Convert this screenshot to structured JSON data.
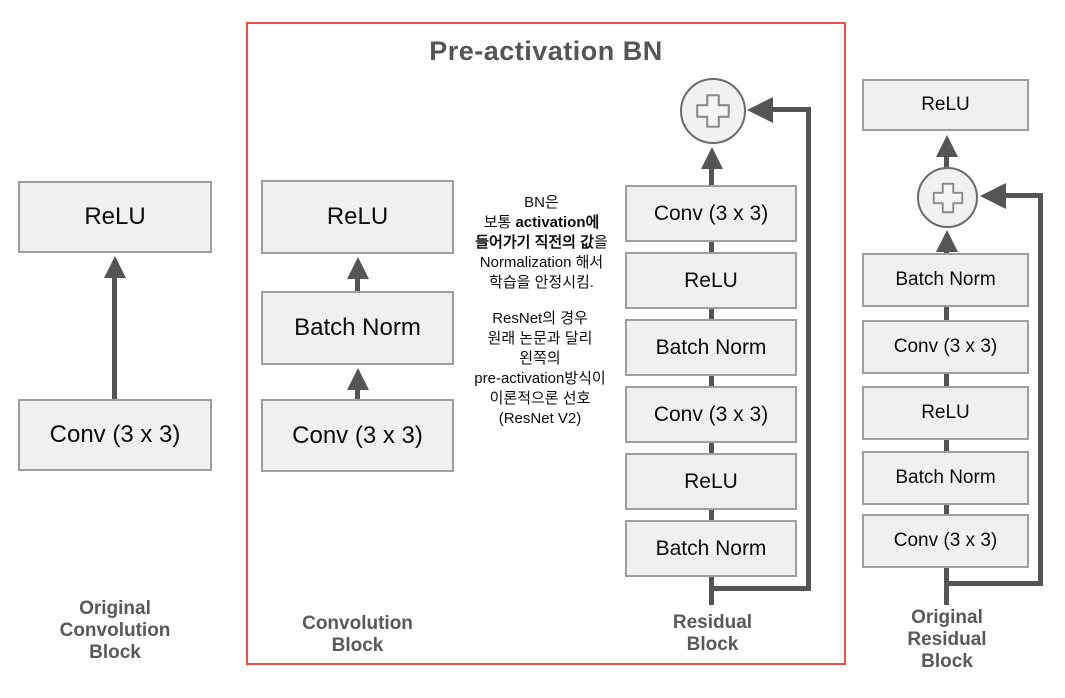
{
  "title": "Pre-activation BN",
  "colors": {
    "frame_red": "#f14c4c",
    "box_fill": "#f0f0f0",
    "box_border": "#9e9e9e",
    "line_gray": "#555555",
    "label_gray": "#595959"
  },
  "operators": {
    "plus": "+"
  },
  "blocks": [
    {
      "name": "Original Convolution Block",
      "label_lines": [
        "Original",
        "Convolution",
        "Block"
      ],
      "boxes": [
        "ReLU",
        "Conv (3 x 3)"
      ]
    },
    {
      "name": "Convolution Block",
      "label_lines": [
        "Convolution",
        "Block"
      ],
      "boxes": [
        "ReLU",
        "Batch Norm",
        "Conv (3 x 3)"
      ]
    },
    {
      "name": "Residual Block",
      "label_lines": [
        "Residual",
        "Block"
      ],
      "boxes": [
        "Conv (3 x 3)",
        "ReLU",
        "Batch Norm",
        "Conv (3 x 3)",
        "ReLU",
        "Batch Norm"
      ]
    },
    {
      "name": "Original Residual Block",
      "label_lines": [
        "Original",
        "Residual",
        "Block"
      ],
      "boxes": [
        "ReLU",
        "Batch Norm",
        "Conv (3 x 3)",
        "ReLU",
        "Batch Norm",
        "Conv (3 x 3)"
      ]
    }
  ],
  "notes": {
    "bn": {
      "l1": "BN은",
      "l2a": "보통 ",
      "l2b": "activation에",
      "l3a": "들어가기 직전의 값",
      "l3b": "을",
      "l4": "Normalization 해서",
      "l5": "학습을 안정시킴."
    },
    "resnet_lines": [
      "ResNet의 경우",
      "원래 논문과 달리",
      "왼쪽의",
      "pre-activation방식이",
      "이론적으론 선호",
      "(ResNet V2)"
    ]
  }
}
